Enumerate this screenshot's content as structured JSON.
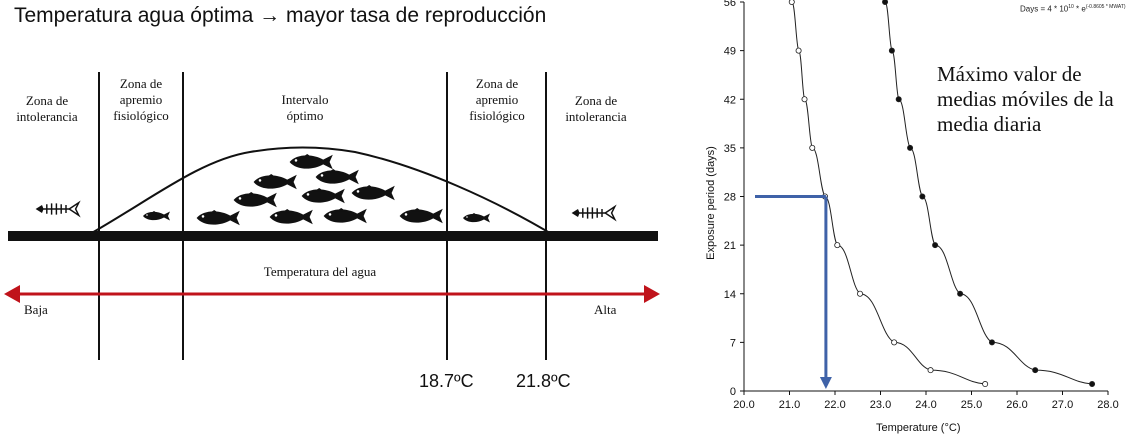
{
  "title": "Temperatura agua óptima → mayor tasa de reproducción",
  "zones": {
    "intolerance_low": "Zona de intolerancia",
    "stress_low": "Zona de apremio fisiológico",
    "optimal": "Intervalo óptimo",
    "stress_high": "Zona de apremio fisiológico",
    "intolerance_high": "Zona de intolerancia"
  },
  "water_temp_label": "Temperatura del agua",
  "low_label": "Baja",
  "high_label": "Alta",
  "threshold_1": "18.7ºC",
  "threshold_2": "21.8ºC",
  "annotation": "Máximo valor de medias móviles de la media diaria",
  "formula_text": "Days = 4 * 10",
  "colors": {
    "arrow_red": "#c0131b",
    "guide_blue": "#3f62a8",
    "ink": "#111111"
  },
  "chart_data": {
    "type": "line",
    "xlabel": "Temperature (°C)",
    "ylabel": "Exposure period (days)",
    "xlim": [
      20.0,
      28.0
    ],
    "ylim": [
      0,
      56
    ],
    "x_ticks": [
      "20.0",
      "21.0",
      "22.0",
      "23.0",
      "24.0",
      "25.0",
      "26.0",
      "27.0",
      "28.0"
    ],
    "y_ticks": [
      "0",
      "7",
      "14",
      "21",
      "28",
      "35",
      "42",
      "49",
      "56"
    ],
    "series": [
      {
        "marker": "open-circle",
        "x": [
          21.05,
          21.2,
          21.33,
          21.5,
          21.78,
          22.05,
          22.55,
          23.3,
          24.1,
          25.3
        ],
        "y": [
          56,
          49,
          42,
          35,
          28,
          21,
          14,
          7,
          3,
          1
        ]
      },
      {
        "marker": "filled-circle",
        "x": [
          23.1,
          23.25,
          23.4,
          23.65,
          23.92,
          24.2,
          24.75,
          25.45,
          26.4,
          27.65
        ],
        "y": [
          56,
          49,
          42,
          35,
          28,
          21,
          14,
          7,
          3,
          1
        ]
      }
    ],
    "guide": {
      "x": 21.8,
      "y": 28
    }
  }
}
